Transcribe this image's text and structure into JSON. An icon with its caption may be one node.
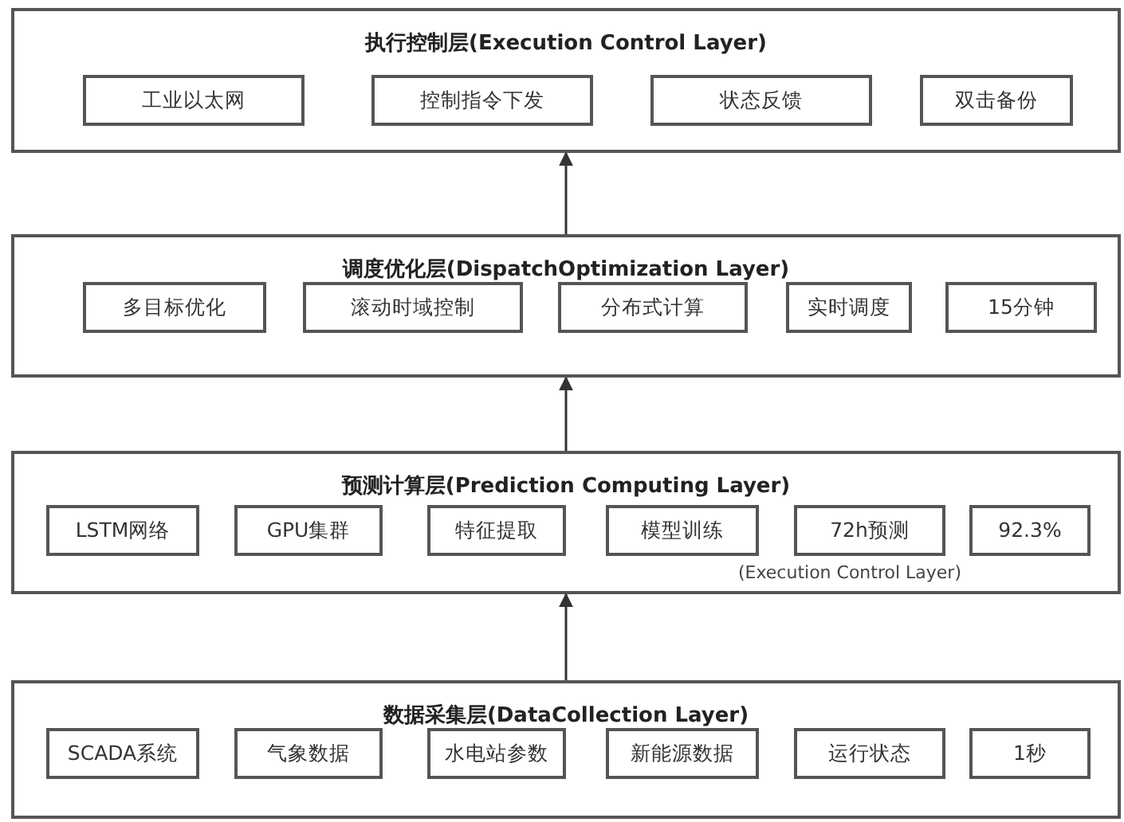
{
  "diagram": {
    "nodes": [
      {
        "text": [
          "执行控制层(Execution Control Layer)"
        ]
      },
      {
        "text": [
          "工业以太网"
        ],
        "in": 0
      },
      {
        "text": [
          "控制指令下发"
        ],
        "in": 0
      },
      {
        "text": [
          "状态反馈"
        ],
        "in": 0
      },
      {
        "text": [
          "双击备份"
        ],
        "in": 0
      },
      {
        "text": [
          "调度优化层(DispatchOptimization Layer)"
        ]
      },
      {
        "text": [
          "多目标优化"
        ],
        "in": 5
      },
      {
        "text": [
          "滚动时域控制"
        ],
        "in": 5
      },
      {
        "text": [
          "分布式计算"
        ],
        "in": 5
      },
      {
        "text": [
          "实时调度"
        ],
        "in": 5
      },
      {
        "text": [
          "15分钟"
        ],
        "in": 5
      },
      {
        "text": [
          "预测计算层(Prediction Computing Layer)"
        ]
      },
      {
        "text": [
          "LSTM网络"
        ],
        "in": 11
      },
      {
        "text": [
          "GPU集群"
        ],
        "in": 11
      },
      {
        "text": [
          "特征提取"
        ],
        "in": 11
      },
      {
        "text": [
          "模型训练"
        ],
        "in": 11
      },
      {
        "text": [
          "72h预测"
        ],
        "in": 11,
        "beside": [
          "(Execution Control Layer)"
        ]
      },
      {
        "text": [
          "92.3%"
        ],
        "in": 11
      },
      {
        "text": [
          "数据采集层(DataCollection Layer)"
        ]
      },
      {
        "text": [
          "SCADA系统"
        ],
        "in": 18
      },
      {
        "text": [
          "气象数据"
        ],
        "in": 18
      },
      {
        "text": [
          "水电站参数"
        ],
        "in": 18
      },
      {
        "text": [
          "新能源数据"
        ],
        "in": 18
      },
      {
        "text": [
          "运行状态"
        ],
        "in": 18
      },
      {
        "text": [
          "1秒"
        ],
        "in": 18
      }
    ],
    "edges": [
      {
        "from": 18,
        "to": 11,
        "arrow": "to"
      },
      {
        "from": 11,
        "to": 5,
        "arrow": "to"
      },
      {
        "from": 5,
        "to": 0,
        "arrow": "to"
      }
    ]
  }
}
